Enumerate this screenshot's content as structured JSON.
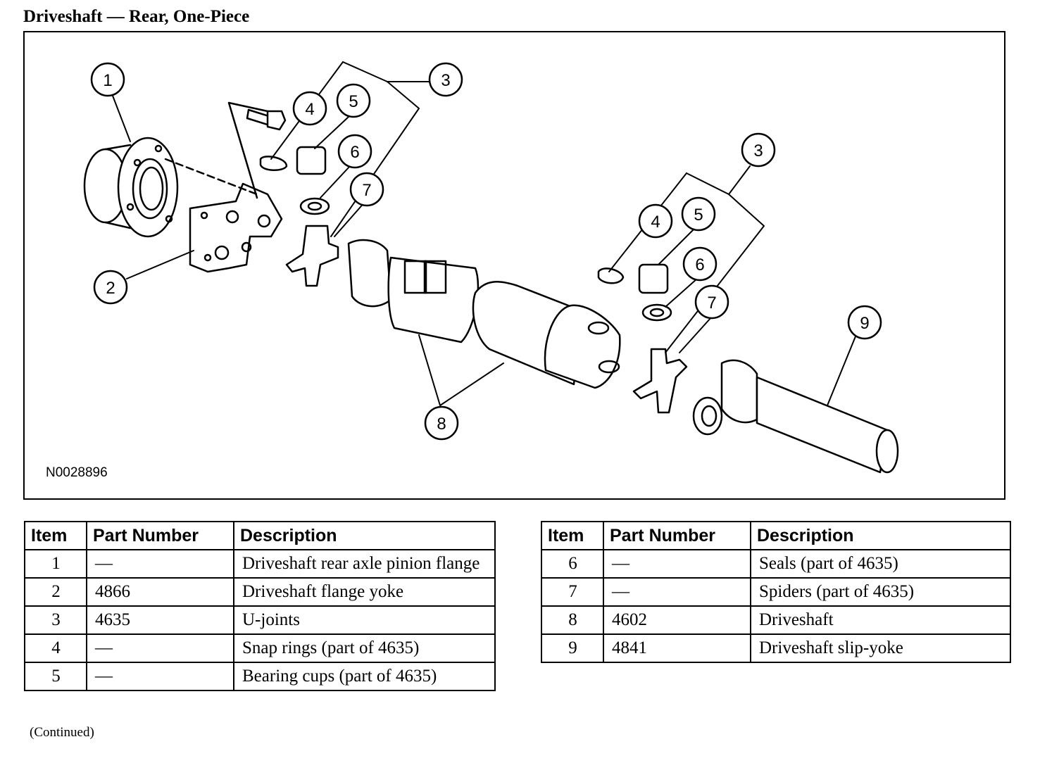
{
  "title": "Driveshaft — Rear, One-Piece",
  "figure": {
    "id": "N0028896",
    "callouts": [
      "1",
      "2",
      "3",
      "4",
      "5",
      "6",
      "7",
      "8",
      "3",
      "4",
      "5",
      "6",
      "7",
      "9"
    ]
  },
  "table": {
    "headers": [
      "Item",
      "Part Number",
      "Description"
    ],
    "left_rows": [
      {
        "item": "1",
        "part": "—",
        "desc": "Driveshaft rear axle pinion flange"
      },
      {
        "item": "2",
        "part": "4866",
        "desc": "Driveshaft flange yoke"
      },
      {
        "item": "3",
        "part": "4635",
        "desc": "U-joints"
      },
      {
        "item": "4",
        "part": "—",
        "desc": "Snap rings (part of 4635)"
      },
      {
        "item": "5",
        "part": "—",
        "desc": "Bearing cups (part of 4635)"
      }
    ],
    "right_rows": [
      {
        "item": "6",
        "part": "—",
        "desc": "Seals (part of 4635)"
      },
      {
        "item": "7",
        "part": "—",
        "desc": "Spiders (part of 4635)"
      },
      {
        "item": "8",
        "part": "4602",
        "desc": "Driveshaft"
      },
      {
        "item": "9",
        "part": "4841",
        "desc": "Driveshaft slip-yoke"
      }
    ]
  },
  "continued": "(Continued)"
}
